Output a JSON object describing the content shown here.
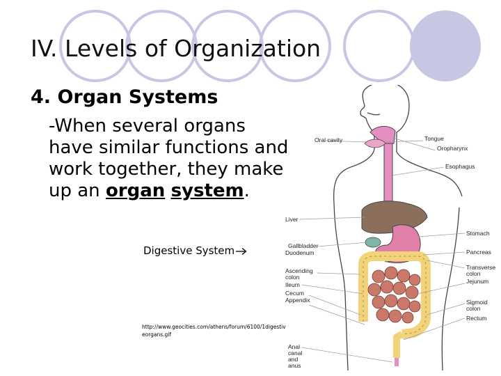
{
  "slide": {
    "title": "IV.  Levels of Organization",
    "heading": "4.  Organ Systems",
    "body_lead": "-When several organs have similar functions and work together, they make up an ",
    "term_1": "organ",
    "term_2": "system",
    "body_end": ".",
    "caption": "Digestive System",
    "source_url": "http://www.geocities.com/athens/forum/6100/1digestiveorgans.gif"
  },
  "diagram": {
    "labels_left": [
      "Oral cavity",
      "Liver",
      "Gallbladder",
      "Duodenum",
      "Ascending",
      "colon",
      "Ileum",
      "Cecum",
      "Appendix",
      "Anal",
      "canal",
      "and",
      "anus"
    ],
    "labels_right": [
      "Tongue",
      "Oropharynx",
      "Esophagus",
      "Stomach",
      "Pancreas",
      "Transverse",
      "colon",
      "Jejunum",
      "Sigmoid",
      "colon",
      "Rectum"
    ]
  },
  "colors": {
    "decor_circle": "#c7c7e3",
    "esophagus": "#e38fc2",
    "liver": "#8b6f5c",
    "stomach": "#e07fa8",
    "colon": "#f2d37a",
    "small_intestine": "#c9786a",
    "gallbladder": "#7fb5a8"
  }
}
